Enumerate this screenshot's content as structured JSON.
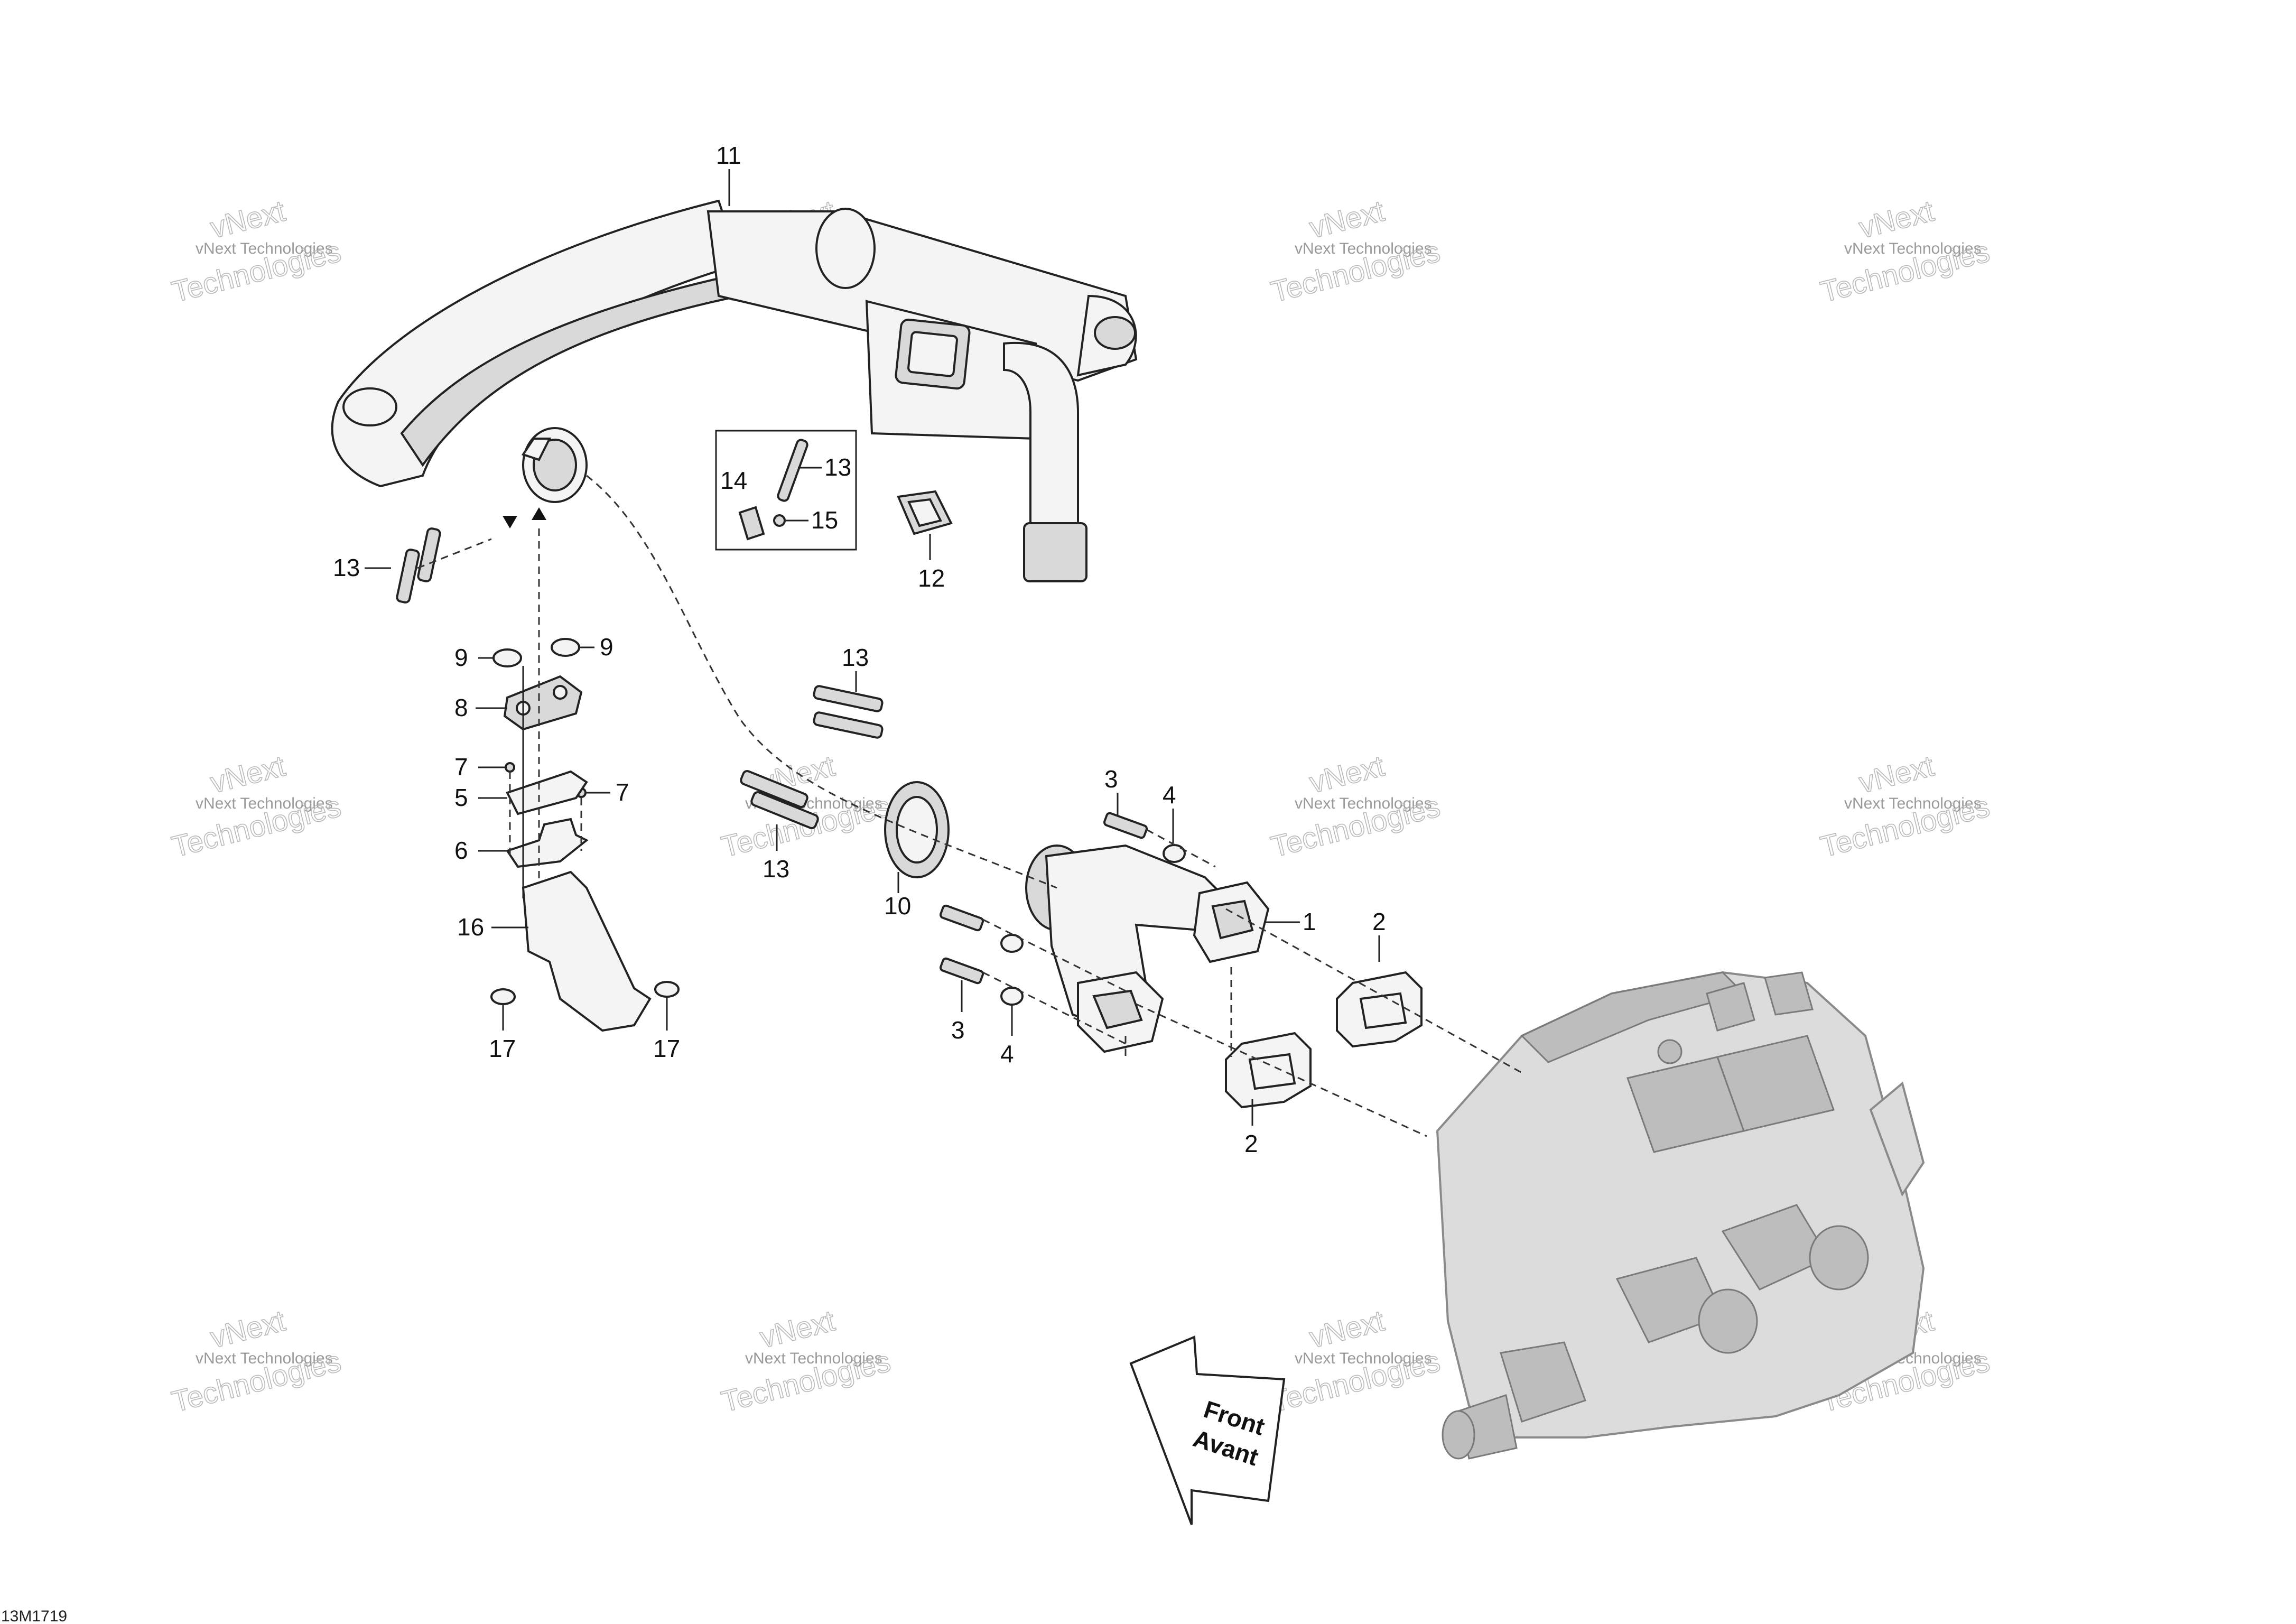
{
  "reference_code": "13M1719",
  "front_arrow": {
    "line1": "Front",
    "line2": "Avant"
  },
  "watermark": {
    "small": "vNext Technologies",
    "big1": "vNext",
    "big2": "Technologies"
  },
  "callouts": {
    "c1": "1",
    "c2a": "2",
    "c2b": "2",
    "c3a": "3",
    "c3b": "3",
    "c4a": "4",
    "c4b": "4",
    "c5": "5",
    "c6": "6",
    "c7a": "7",
    "c7b": "7",
    "c8": "8",
    "c9a": "9",
    "c9b": "9",
    "c10": "10",
    "c11": "11",
    "c12": "12",
    "c13a": "13",
    "c13b": "13",
    "c13c": "13",
    "c13d": "13",
    "c14": "14",
    "c15": "15",
    "c16": "16",
    "c17a": "17",
    "c17b": "17"
  }
}
